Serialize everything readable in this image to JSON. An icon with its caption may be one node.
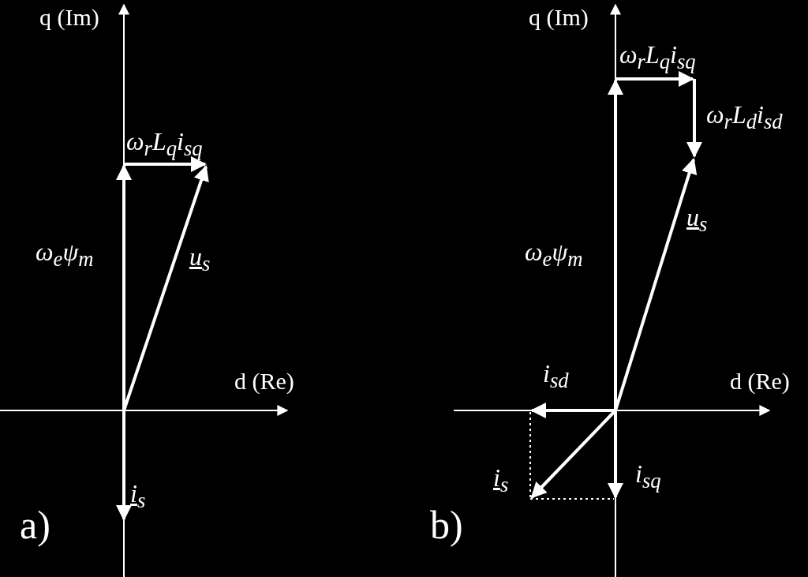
{
  "diagram": {
    "labels": [
      "q (Im)",
      "ω$_{r}$L$_{q}$i$_{sq}$",
      "ω$_{e}$ψ$_{m}$",
      "u$_{s}$",
      "d (Re)",
      "i$_{s}$",
      "a)",
      "q (Im)",
      "ω$_{r}$L$_{q}$i$_{sq}$",
      "ω$_{r}$L$_{d}$i$_{sd}$",
      "ω$_{e}$ψ$_{m}$",
      "u$_{s}$",
      "i$_{sd}$",
      "d (Re)",
      "i$_{s}$",
      "i$_{sq}$",
      "b)"
    ]
  }
}
